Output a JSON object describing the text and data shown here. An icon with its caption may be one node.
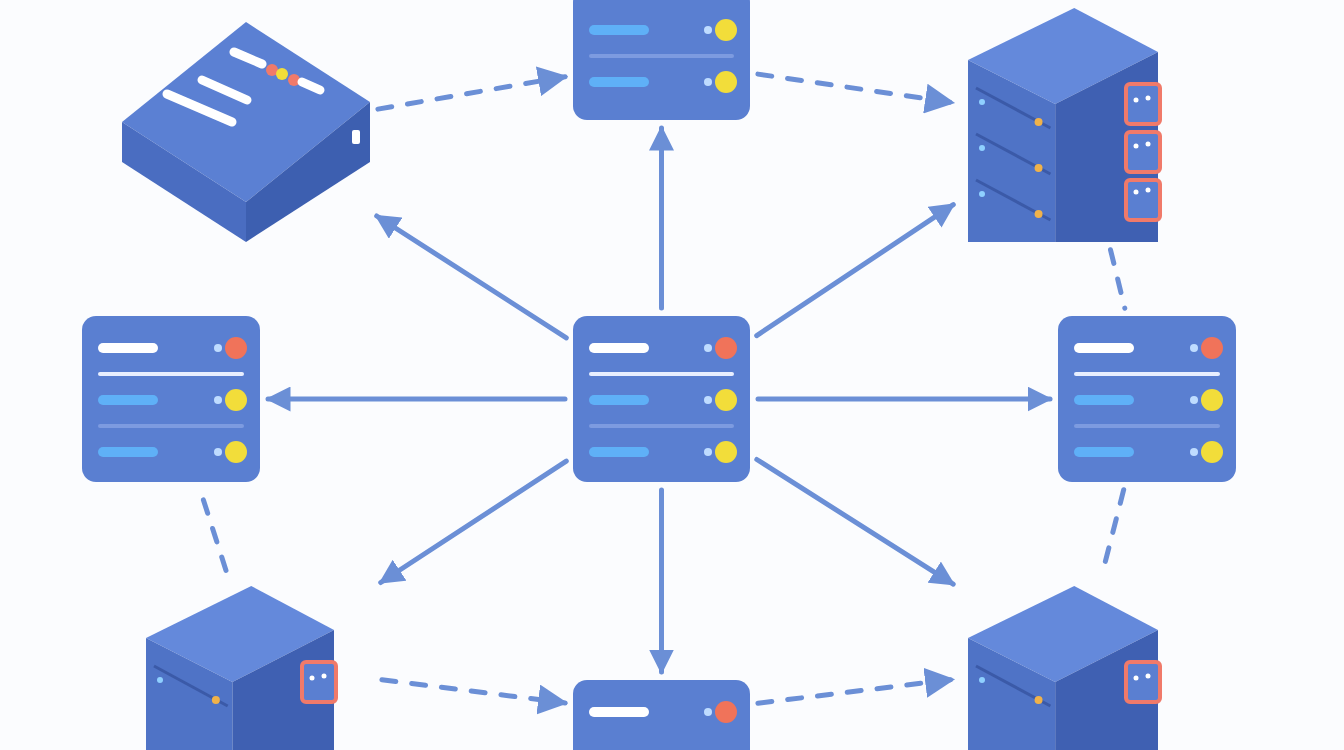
{
  "diagram": {
    "nodes": [
      {
        "text": [],
        "shape": "picture"
      },
      {
        "text": [],
        "shape": "picture"
      },
      {
        "text": [],
        "shape": "picture"
      },
      {
        "text": [],
        "shape": "picture"
      },
      {
        "text": [],
        "shape": "picture"
      },
      {
        "text": [],
        "shape": "picture"
      },
      {
        "text": [],
        "shape": "picture"
      },
      {
        "text": [],
        "shape": "picture"
      },
      {
        "text": [],
        "shape": "picture"
      }
    ],
    "edges": [
      {
        "from": 4,
        "to": 0,
        "arrow": "to"
      },
      {
        "from": 4,
        "to": 1,
        "arrow": "to"
      },
      {
        "from": 4,
        "to": 2,
        "arrow": "to"
      },
      {
        "from": 4,
        "to": 3,
        "arrow": "to"
      },
      {
        "from": 4,
        "to": 5,
        "arrow": "to"
      },
      {
        "from": 4,
        "to": 6,
        "arrow": "to"
      },
      {
        "from": 4,
        "to": 7,
        "arrow": "to"
      },
      {
        "from": 4,
        "to": 8,
        "arrow": "to"
      },
      {
        "from": 0,
        "to": 1,
        "arrow": "to",
        "style": "dashed"
      },
      {
        "from": 1,
        "to": 2,
        "arrow": "to",
        "style": "dashed"
      },
      {
        "from": 2,
        "to": 5,
        "arrow": "none",
        "style": "dashed"
      },
      {
        "from": 5,
        "to": 8,
        "arrow": "none",
        "style": "dashed"
      },
      {
        "from": 6,
        "to": 3,
        "arrow": "none",
        "style": "dashed"
      },
      {
        "from": 6,
        "to": 7,
        "arrow": "to",
        "style": "dashed"
      },
      {
        "from": 7,
        "to": 8,
        "arrow": "to",
        "style": "dashed"
      }
    ]
  }
}
